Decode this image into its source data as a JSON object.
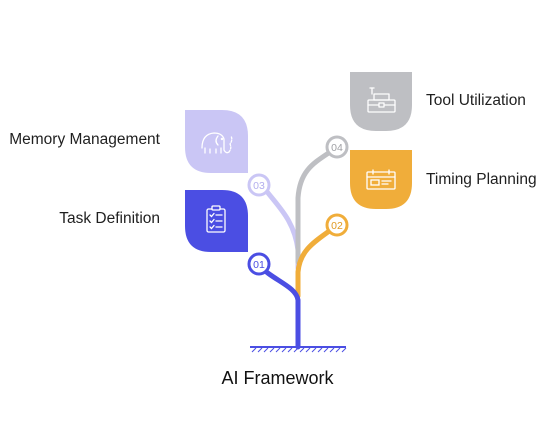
{
  "diagram": {
    "title": "AI Framework",
    "steps": [
      {
        "number": "01",
        "label": "Task Definition",
        "icon": "clipboard-checklist-icon",
        "color": "#4b4ee3"
      },
      {
        "number": "02",
        "label": "Timing Planning",
        "icon": "calendar-schedule-icon",
        "color": "#f0ad3a"
      },
      {
        "number": "03",
        "label": "Memory Management",
        "icon": "elephant-icon",
        "color": "#cac6f5"
      },
      {
        "number": "04",
        "label": "Tool Utilization",
        "icon": "toolbox-icon",
        "color": "#bebfc3"
      }
    ]
  }
}
